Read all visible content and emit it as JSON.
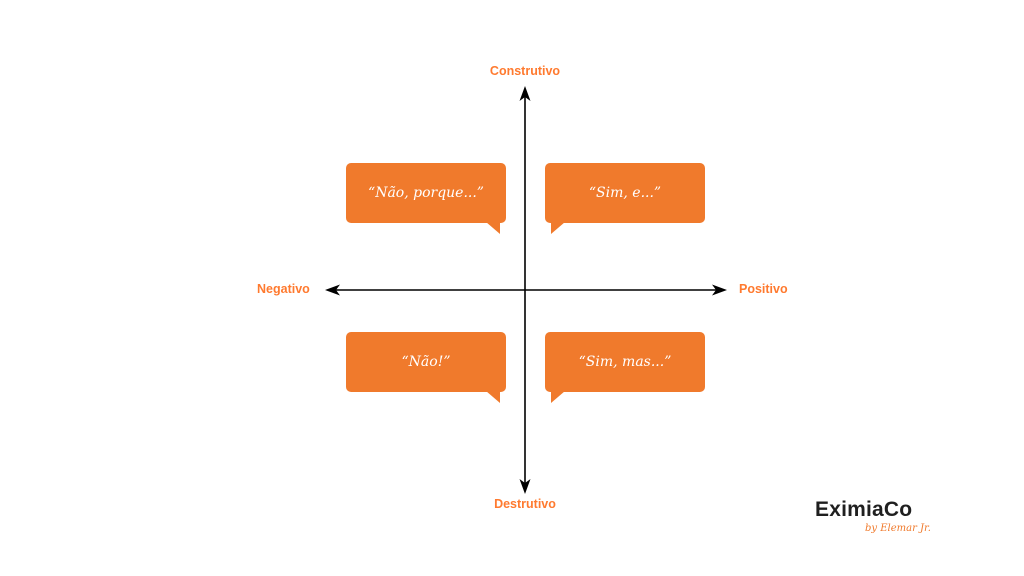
{
  "axes": {
    "top": "Construtivo",
    "bottom": "Destrutivo",
    "left": "Negativo",
    "right": "Positivo",
    "color": "#000000"
  },
  "quadrants": {
    "top_left": "“Não, porque...”",
    "top_right": "“Sim, e...”",
    "bottom_left": "“Não!”",
    "bottom_right": "“Sim, mas...”"
  },
  "colors": {
    "accent": "#f07a2c",
    "label": "#ff7a2f",
    "bubble_text": "#ffffff"
  },
  "logo": {
    "name": "EximiaCo",
    "tagline": "by Elemar Jr."
  }
}
